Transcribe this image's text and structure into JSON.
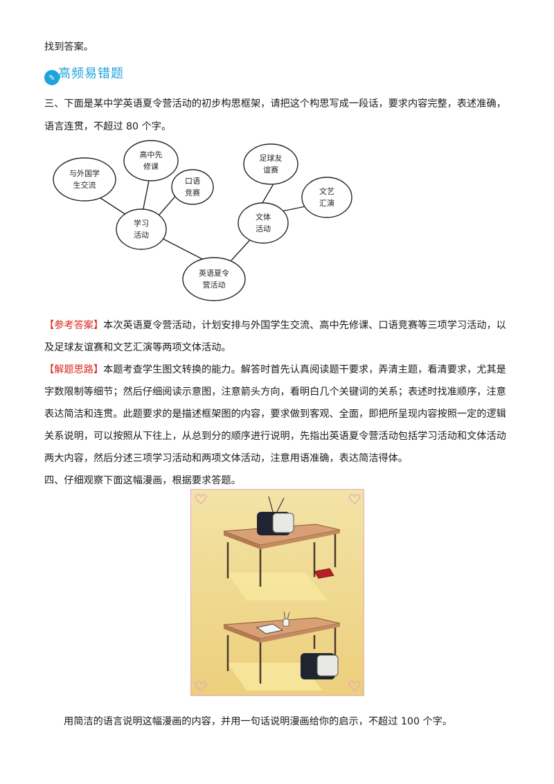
{
  "intro": {
    "tail": "找到答案。"
  },
  "section": {
    "title": "高频易错题"
  },
  "q3": {
    "line1": "三、下面是某中学英语夏令营活动的初步构思框架，请把这个构思写成一段话，要求内容完整，表述准确，",
    "line2": "语言连贯，不超过 80 个字。"
  },
  "mindmap": {
    "nodes": [
      {
        "id": "center",
        "label1": "英语夏令",
        "label2": "营活动"
      },
      {
        "id": "study",
        "label1": "学习",
        "label2": "活动"
      },
      {
        "id": "culture",
        "label1": "文体",
        "label2": "活动"
      },
      {
        "id": "exchange",
        "label1": "与外国学",
        "label2": "生交流"
      },
      {
        "id": "course",
        "label1": "高中先",
        "label2": "修课"
      },
      {
        "id": "oral",
        "label1": "口语",
        "label2": "竞赛"
      },
      {
        "id": "football",
        "label1": "足球友",
        "label2": "谊赛"
      },
      {
        "id": "art",
        "label1": "文艺",
        "label2": "汇演"
      }
    ]
  },
  "answer": {
    "tag": "【参考答案】",
    "line1": "本次英语夏令营活动，计划安排与外国学生交流、高中先修课、口语竞赛等三项学习活动，以",
    "line2": "及足球友谊赛和文艺汇演等两项文体活动。"
  },
  "analysis": {
    "tag": "【解题思路】",
    "line1": "本题考查学生图文转换的能力。解答时首先认真阅读题干要求，弄清主题，看清要求，尤其是",
    "line2": "字数限制等细节；然后仔细阅读示意图，注意箭头方向，看明白几个关键词的关系；表述时找准顺序，注意",
    "line3": "表达简洁和连贯。此题要求的是描述框架图的内容，要求做到客观、全面，即把所呈现内容按照一定的逻辑",
    "line4": "关系说明，可以按照从下往上，从总到分的顺序进行说明，先指出英语夏令营活动包括学习活动和文体活动",
    "line5": "两大内容，然后分述三项学习活动和两项文体活动，注意用语准确，表达简洁得体。"
  },
  "q4": {
    "title": "四、仔细观察下面这幅漫画，根据要求答题。",
    "instruction": "用简洁的语言说明这幅漫画的内容，并用一句话说明漫画给你的启示，不超过 100 个字。"
  }
}
